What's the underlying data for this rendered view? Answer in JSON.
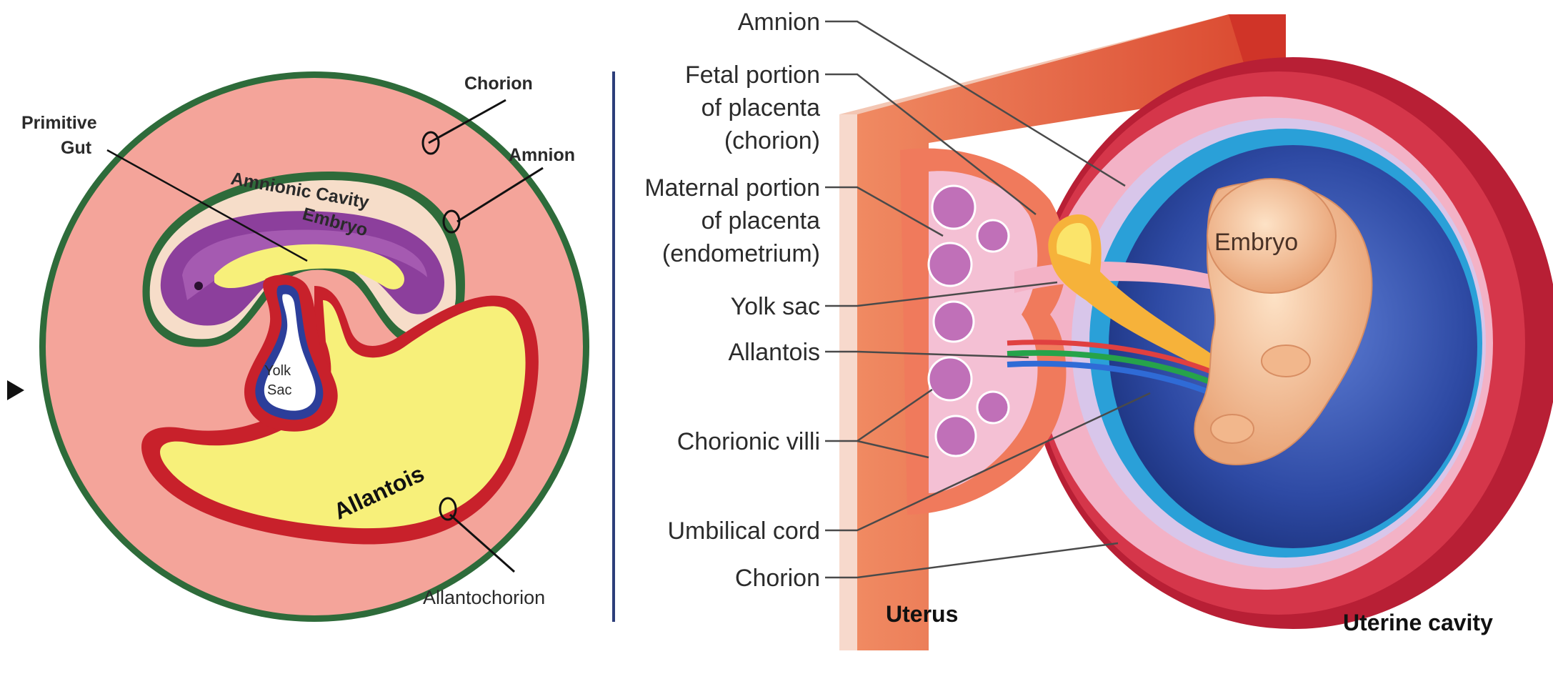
{
  "left_diagram": {
    "labels": {
      "chorion": "Chorion",
      "primitive_gut_line1": "Primitive",
      "primitive_gut_line2": "Gut",
      "amnion": "Amnion",
      "amnionic_cavity": "Amnionic Cavity",
      "embryo": "Embryo",
      "yolk_sac_line1": "Yolk",
      "yolk_sac_line2": "Sac",
      "allantois": "Allantois",
      "allantochorion": "Allantochorion"
    }
  },
  "right_diagram": {
    "labels": {
      "amnion": "Amnion",
      "fetal_portion_line1": "Fetal portion",
      "fetal_portion_line2": "of placenta",
      "fetal_portion_line3": "(chorion)",
      "maternal_portion_line1": "Maternal portion",
      "maternal_portion_line2": "of placenta",
      "maternal_portion_line3": "(endometrium)",
      "yolk_sac": "Yolk sac",
      "allantois": "Allantois",
      "chorionic_villi": "Chorionic villi",
      "umbilical_cord": "Umbilical cord",
      "chorion": "Chorion",
      "embryo": "Embryo",
      "uterus": "Uterus",
      "uterine_cavity": "Uterine cavity"
    }
  },
  "colors": {
    "chorion_pink": "#f4a49a",
    "chorion_border_green": "#2e6b3a",
    "amnion_cream": "#f6ddc9",
    "embryo_purple": "#8c3f9c",
    "yolk_yellow": "#f7f07a",
    "red_wall": "#c8212b",
    "uterus_orange": "#e8553c",
    "amniotic_blue": "#2f4fa6",
    "embryo_peach": "#f6c7a0"
  }
}
